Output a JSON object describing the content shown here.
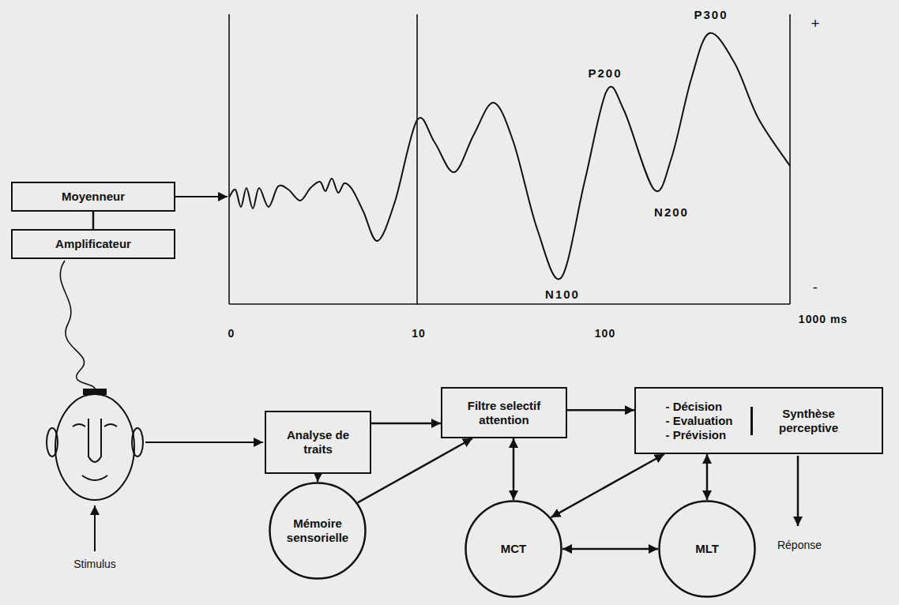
{
  "diagram": {
    "nodes": [
      {
        "text": [
          "Moyenneur"
        ]
      },
      {
        "text": [
          "Amplificateur"
        ]
      },
      {
        "text": [
          "Analyse de traits"
        ]
      },
      {
        "text": [
          "Filtre selectif attention"
        ]
      },
      {
        "text": [
          "- Décision",
          "- Evaluation",
          "- Prévision",
          "Synthèse perceptive"
        ]
      },
      {
        "text": [
          "Mémoire sensorielle"
        ]
      },
      {
        "text": [
          "MCT"
        ]
      },
      {
        "text": [
          "MLT"
        ]
      }
    ],
    "edges": [
      {
        "from": 0,
        "to": 1,
        "arrow": "none"
      },
      {
        "from": 2,
        "to": 3,
        "arrow": "to"
      },
      {
        "from": 3,
        "to": 4,
        "arrow": "to"
      },
      {
        "from": 2,
        "to": 5,
        "arrow": "to"
      },
      {
        "from": 5,
        "to": 3,
        "arrow": "to"
      },
      {
        "from": 3,
        "to": 6,
        "arrow": "both"
      },
      {
        "from": 4,
        "to": 6,
        "arrow": "both"
      },
      {
        "from": 4,
        "to": 7,
        "arrow": "both"
      },
      {
        "from": 6,
        "to": 7,
        "arrow": "both"
      }
    ],
    "labels": [
      "P300",
      "P200",
      "N200",
      "N100",
      "+",
      "-",
      "0",
      "10",
      "100",
      "1000 ms",
      "Stimulus",
      "Réponse"
    ]
  }
}
